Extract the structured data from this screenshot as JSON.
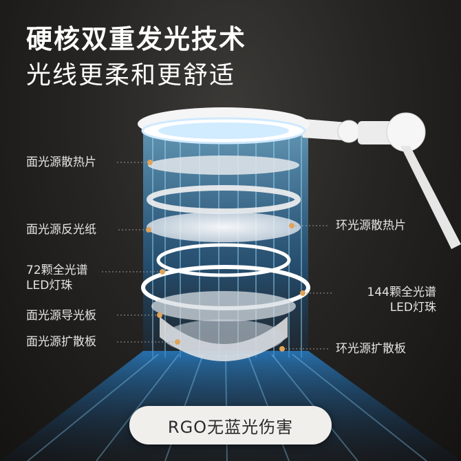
{
  "headline": "硬核双重发光技术",
  "subline": "光线更柔和更舒适",
  "labels": {
    "heat_sink_face": "面光源散热片",
    "reflector_paper": "面光源反光纸",
    "led72_line1": "72颗全光谱",
    "led72_line2": "LED灯珠",
    "light_guide": "面光源导光板",
    "diffuser_face": "面光源扩散板",
    "heat_sink_ring": "环光源散热片",
    "led144_line1": "144颗全光谱",
    "led144_line2": "LED灯珠",
    "diffuser_ring": "环光源扩散板"
  },
  "badge": "RGO无蓝光伤害",
  "colors": {
    "background": "#1b1a19",
    "light_beam": "#4fb6ff",
    "lamp_body": "#f4f4f4",
    "badge_bg": "#f1efec",
    "leader_line": "#9a9a9a"
  }
}
